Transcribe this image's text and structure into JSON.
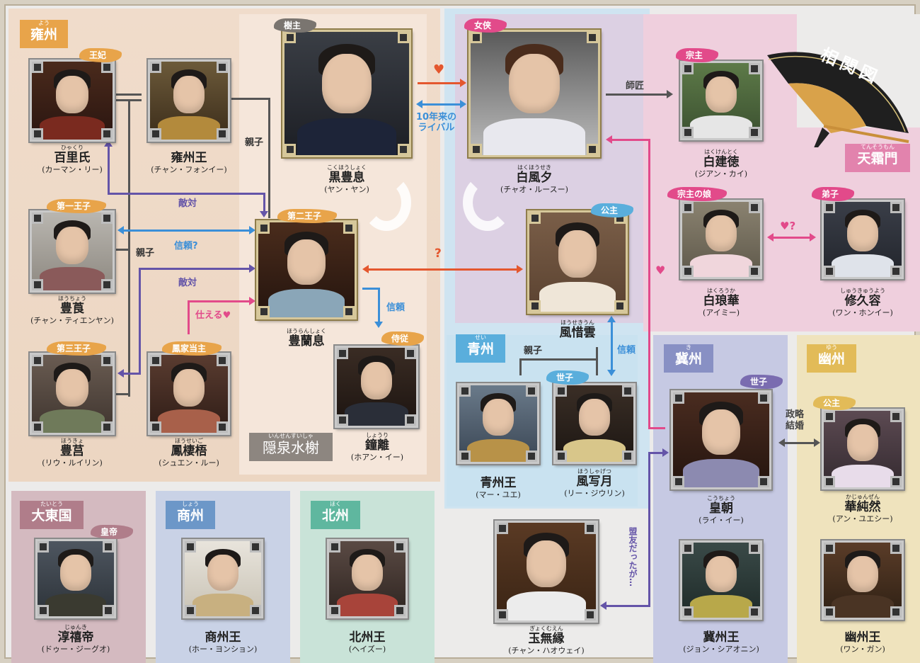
{
  "title": "相関図",
  "colors": {
    "yong": "#e8a44a",
    "yinquan": "#8d8680",
    "baifeng_bg": "#ddd0e6",
    "tianshuang": "#e283ad",
    "qing": "#5aaedc",
    "ji": "#8890c4",
    "you": "#e2bb58",
    "dadong": "#b07d8a",
    "shang": "#6c97c8",
    "bei": "#5fb79f",
    "hostile": "#6454a8",
    "trust": "#3b8fd8",
    "love": "#e4572e",
    "pink": "#e24a8a",
    "neutral": "#555555"
  },
  "factions": [
    {
      "id": "yong",
      "ruby": "よう",
      "name": "雍州"
    },
    {
      "id": "yinquan",
      "ruby": "いんせんすいしゃ",
      "name": "隠泉水榭"
    },
    {
      "id": "tianshuang",
      "ruby": "てんそうもん",
      "name": "天霜門"
    },
    {
      "id": "qing",
      "ruby": "せい",
      "name": "青州"
    },
    {
      "id": "ji",
      "ruby": "き",
      "name": "冀州"
    },
    {
      "id": "you",
      "ruby": "ゆう",
      "name": "幽州"
    },
    {
      "id": "dadong",
      "ruby": "たいとう",
      "name": "大東国"
    },
    {
      "id": "shang",
      "ruby": "しょう",
      "name": "商州"
    },
    {
      "id": "bei",
      "ruby": "ほく",
      "name": "北州"
    }
  ],
  "characters": [
    {
      "id": "baili",
      "role": "王妃",
      "ruby": "ひゃくり",
      "name": "百里氏",
      "actor": "(カーマン・リー)"
    },
    {
      "id": "yongking",
      "role": "",
      "ruby": "",
      "name": "雍州王",
      "actor": "(チャン・フォンイー)"
    },
    {
      "id": "heifengxi",
      "role": "樹主",
      "ruby": "こくほうしょく",
      "name": "黒豊息",
      "actor": "(ヤン・ヤン)"
    },
    {
      "id": "baifengxi",
      "role": "女侠",
      "ruby": "はくほうせき",
      "name": "白風夕",
      "actor": "(チャオ・ルースー)"
    },
    {
      "id": "baijiande",
      "role": "宗主",
      "ruby": "はくけんとく",
      "name": "白建徳",
      "actor": "(ジアン・カイ)"
    },
    {
      "id": "fengchang",
      "role": "第一王子",
      "ruby": "ほうちょう",
      "name": "豊莨",
      "actor": "(チャン・ティエンヤン)"
    },
    {
      "id": "fenglanxi",
      "role": "第二王子",
      "ruby": "ほうらんしょく",
      "name": "豊蘭息",
      "actor": ""
    },
    {
      "id": "fengxiyun",
      "role": "公主",
      "ruby": "ほうせきうん",
      "name": "風惜雲",
      "actor": ""
    },
    {
      "id": "bailanghua",
      "role": "宗主の娘",
      "ruby": "はくろうか",
      "name": "白琅華",
      "actor": "(アイミー)"
    },
    {
      "id": "xiujiurong",
      "role": "弟子",
      "ruby": "しゅうきゅうよう",
      "name": "修久容",
      "actor": "(ワン・ホンイー)"
    },
    {
      "id": "fengju",
      "role": "第三王子",
      "ruby": "ほうきょ",
      "name": "豊莒",
      "actor": "(リウ・ルイリン)"
    },
    {
      "id": "fengqiwu",
      "role": "鳳家当主",
      "ruby": "ほうせいご",
      "name": "鳳棲梧",
      "actor": "(シュエン・ルー)"
    },
    {
      "id": "zhongli",
      "role": "侍従",
      "ruby": "しょうり",
      "name": "鐘離",
      "actor": "(ホアン・イー)"
    },
    {
      "id": "qingking",
      "role": "",
      "ruby": "",
      "name": "青州王",
      "actor": "(マー・ユエ)"
    },
    {
      "id": "fengxieyue",
      "role": "世子",
      "ruby": "ほうしゃげつ",
      "name": "風写月",
      "actor": "(リー・ジウリン)"
    },
    {
      "id": "huangchao",
      "role": "世子",
      "ruby": "こうちょう",
      "name": "皇朝",
      "actor": "(ライ・イー)"
    },
    {
      "id": "huachunran",
      "role": "公主",
      "ruby": "かじゅんぜん",
      "name": "華純然",
      "actor": "(アン・ユエシー)"
    },
    {
      "id": "chunxidi",
      "role": "皇帝",
      "ruby": "じゅんき",
      "name": "淳禧帝",
      "actor": "(ドゥー・ジーグオ)"
    },
    {
      "id": "shangking",
      "role": "",
      "ruby": "",
      "name": "商州王",
      "actor": "(ホー・ヨンション)"
    },
    {
      "id": "beiking",
      "role": "",
      "ruby": "",
      "name": "北州王",
      "actor": "(ヘイズー)"
    },
    {
      "id": "yuwuyuan",
      "role": "",
      "ruby": "ぎょくむえん",
      "name": "玉無縁",
      "actor": "(チャン・ハオウェイ)"
    },
    {
      "id": "jiking",
      "role": "",
      "ruby": "",
      "name": "冀州王",
      "actor": "(ジョン・シアオニン)"
    },
    {
      "id": "youking",
      "role": "",
      "ruby": "",
      "name": "幽州王",
      "actor": "(ワン・ガン)"
    }
  ],
  "relations": {
    "oyako1": "親子",
    "oyako2": "親子",
    "oyako3": "親子",
    "hostile1": "敵対",
    "hostile2": "敵対",
    "trust_q": "信頼?",
    "serve": "仕える♥",
    "trust_zhongli": "信頼",
    "love_heart": "♥",
    "rival": "10年来の\nライバル",
    "rival_l1": "10年来の",
    "rival_l2": "ライバル",
    "master": "師匠",
    "question": "?",
    "pink_heart": "♥",
    "love_q": "♥?",
    "trust_qing": "信頼",
    "alliance": "政略\n結婚",
    "alliance_l1": "政略",
    "alliance_l2": "結婚",
    "former_ally": "盟友だったが…"
  }
}
